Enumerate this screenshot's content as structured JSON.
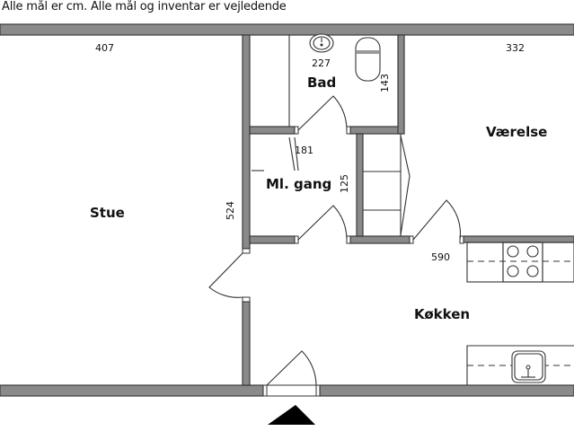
{
  "note": "Alle mål er cm. Alle mål og inventar er vejledende",
  "rooms": {
    "stue": "Stue",
    "bad": "Bad",
    "ml_gang": "Ml. gang",
    "vaerelse": "Værelse",
    "koekken": "Køkken"
  },
  "dimensions": {
    "stue_width": "407",
    "stue_depth": "524",
    "bad_width": "227",
    "bad_depth": "143",
    "gang_width": "181",
    "gang_depth": "125",
    "vaerelse_width": "332",
    "koekken_width": "590"
  },
  "symbols": {
    "entrance": "entrance-arrow-icon",
    "stove": "stove-icon",
    "sink": "kitchen-sink-icon",
    "toilet": "toilet-icon",
    "washbasin": "washbasin-icon"
  },
  "colors": {
    "wall_fill": "#8a8a8a",
    "wall_edge": "#3a3a3a",
    "line": "#333333",
    "background": "#ffffff"
  }
}
